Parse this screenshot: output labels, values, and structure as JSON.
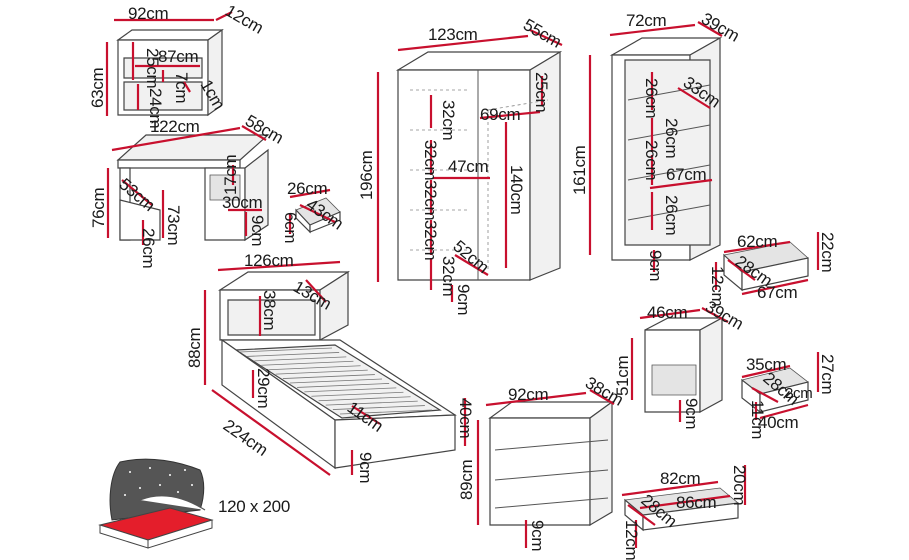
{
  "desk_hutch": {
    "width": "92cm",
    "depth": "12cm",
    "height": "63cm",
    "shelf_height_top": "25cm",
    "inner_width": "87cm",
    "shelf_gap": "7cm",
    "compartment_height": "24cm",
    "board": "1cm"
  },
  "desk": {
    "width": "122cm",
    "depth": "58cm",
    "height": "76cm",
    "knee_height": "53cm",
    "inner_height": "73cm",
    "leg_gap": "26cm",
    "drawer_height": "17cm",
    "drawer_inner": "30cm",
    "plinth": "9cm"
  },
  "desk_drawer": {
    "width": "26cm",
    "depth": "43cm",
    "height": "6cm"
  },
  "wardrobe": {
    "width": "123cm",
    "depth": "55cm",
    "height": "196cm",
    "top_space": "25cm",
    "shelf_1": "32cm",
    "shelf_2": "32cm",
    "shelf_3": "32cm",
    "shelf_4": "32cm",
    "shelf_5": "32cm",
    "inner_width_left": "47cm",
    "inner_width_right": "69cm",
    "hanging_height": "140cm",
    "inner_depth": "52cm",
    "leg_height": "9cm"
  },
  "bookcase": {
    "width": "72cm",
    "depth": "39cm",
    "height": "161cm",
    "shelf_depth": "33cm",
    "shelf_1": "26cm",
    "shelf_2": "26cm",
    "shelf_3": "26cm",
    "shelf_4": "26cm",
    "inner_width": "67cm",
    "leg_height": "9cm"
  },
  "bookcase_drawer": {
    "width": "62cm",
    "depth": "28cm",
    "height": "12cm",
    "outer_width": "67cm",
    "outer_depth": "22cm"
  },
  "bed": {
    "width": "126cm",
    "length": "224cm",
    "headboard_height": "88cm",
    "headboard_panel": "38cm",
    "headboard_depth": "13cm",
    "side_height": "29cm",
    "footboard_height": "40cm",
    "frame_depth": "11cm",
    "leg_height": "9cm"
  },
  "nightstand": {
    "width": "46cm",
    "depth": "39cm",
    "height": "51cm",
    "leg_height": "9cm"
  },
  "nightstand_drawer": {
    "width": "35cm",
    "depth": "28cm",
    "height": "27cm",
    "inner_height": "11cm",
    "outer_width": "40cm",
    "board": "2cm"
  },
  "dresser": {
    "width": "92cm",
    "depth": "38cm",
    "height": "89cm",
    "leg_height": "9cm"
  },
  "dresser_drawer": {
    "width": "82cm",
    "inner_width": "86cm",
    "depth": "28cm",
    "outer_depth": "20cm",
    "height": "12cm"
  },
  "mattress_size": "120 x 200",
  "colors": {
    "accent": "#c8102e",
    "line": "#444444",
    "text": "#1a1a1a"
  }
}
